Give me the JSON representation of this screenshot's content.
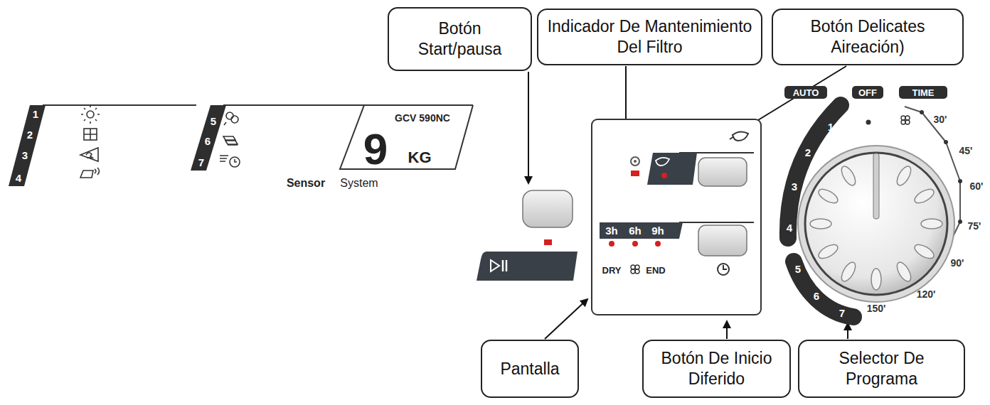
{
  "diagram": {
    "nodes": [
      {
        "text": [
          "Botón Start/pausa"
        ]
      },
      {
        "text": [
          "Indicador De Mantenimiento Del Filtro"
        ]
      },
      {
        "text": [
          "Botón Delicates Aireación)"
        ]
      },
      {
        "text": [
          "Pantalla"
        ]
      },
      {
        "text": [
          "Botón De Inicio Diferido"
        ]
      },
      {
        "text": [
          "Selector De Programa"
        ]
      }
    ],
    "labels": [
      "1",
      "2",
      "3",
      "4",
      "5",
      "6",
      "7",
      "GCV 590NC",
      "9",
      "KG",
      "Sensor",
      "System",
      "3h",
      "6h",
      "9h",
      "DRY",
      "END",
      "AUTO",
      "OFF",
      "TIME",
      "1",
      "2",
      "3",
      "4",
      "5",
      "6",
      "7",
      "30'",
      "45'",
      "60'",
      "75'",
      "90'",
      "120'",
      "150'"
    ]
  }
}
